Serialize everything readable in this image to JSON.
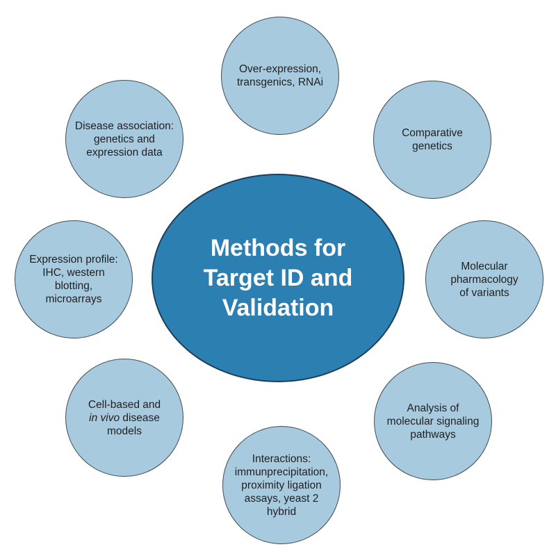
{
  "diagram": {
    "center": {
      "title": "Methods for\nTarget ID and\nValidation",
      "fill_color": "#2c7fb1"
    },
    "outer_fill_color": "#a8cadf",
    "methods": {
      "top": "Over-expression,\ntransgenics, RNAi",
      "top_right": "Comparative\ngenetics",
      "right": "Molecular\npharmacology\nof variants",
      "bottom_right": "Analysis of\nmolecular signaling\npathways",
      "bottom": "Interactions:\nimmunprecipitation,\nproximity ligation\nassays, yeast 2\nhybrid",
      "bottom_left": {
        "line1": "Cell-based and",
        "italic": "in vivo",
        "line2_rest": " disease",
        "line3": "models"
      },
      "left": "Expression profile:\nIHC, western\nblotting,\nmicroarrays",
      "top_left": "Disease association:\ngenetics and\nexpression data"
    }
  }
}
